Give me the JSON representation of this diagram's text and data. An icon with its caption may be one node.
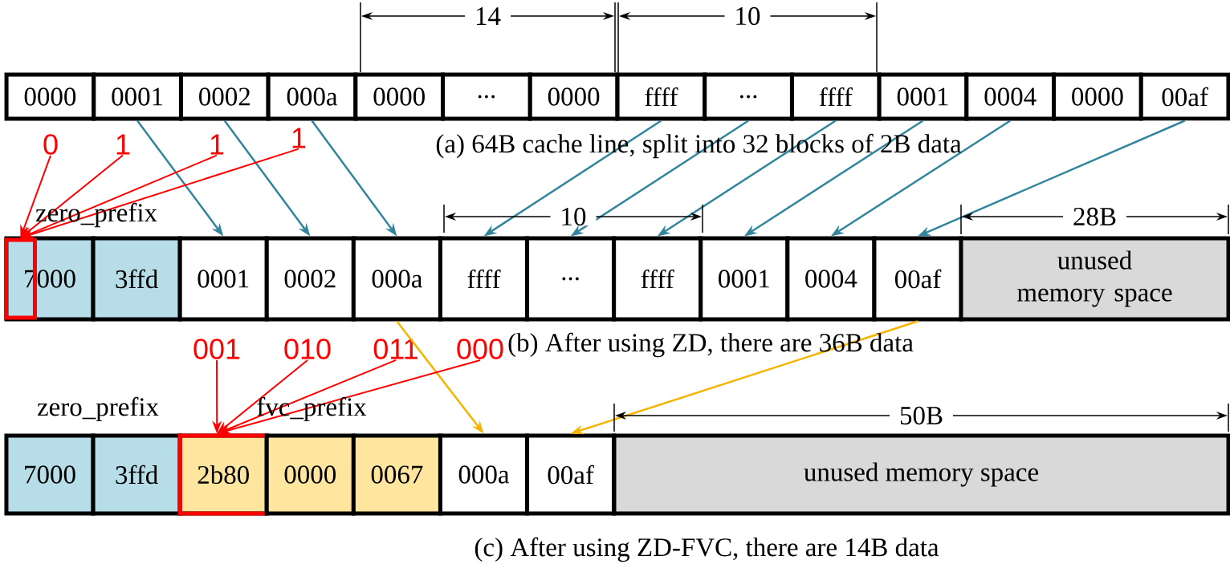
{
  "diagram": {
    "nodes": [
      {
        "text": [
          "0000"
        ]
      },
      {
        "text": [
          "0001"
        ]
      },
      {
        "text": [
          "0002"
        ]
      },
      {
        "text": [
          "000a"
        ]
      },
      {
        "text": [
          "0000"
        ]
      },
      {
        "text": [
          "..."
        ]
      },
      {
        "text": [
          "0000"
        ]
      },
      {
        "text": [
          "ffff"
        ]
      },
      {
        "text": [
          "..."
        ]
      },
      {
        "text": [
          "ffff"
        ]
      },
      {
        "text": [
          "0001"
        ]
      },
      {
        "text": [
          "0004"
        ]
      },
      {
        "text": [
          "0000"
        ]
      },
      {
        "text": [
          "00af"
        ]
      },
      {
        "text": [
          "7000"
        ]
      },
      {
        "text": [
          "3ffd"
        ]
      },
      {
        "text": [
          "0001"
        ]
      },
      {
        "text": [
          "0002"
        ]
      },
      {
        "text": [
          "000a"
        ]
      },
      {
        "text": [
          "ffff"
        ]
      },
      {
        "text": [
          "..."
        ]
      },
      {
        "text": [
          "ffff"
        ]
      },
      {
        "text": [
          "0001"
        ]
      },
      {
        "text": [
          "0004"
        ]
      },
      {
        "text": [
          "00af"
        ]
      },
      {
        "text": [
          "unused memory space"
        ]
      },
      {
        "text": [
          "7000"
        ]
      },
      {
        "text": [
          "3ffd"
        ]
      },
      {
        "text": [
          "2b80"
        ]
      },
      {
        "text": [
          "0000"
        ]
      },
      {
        "text": [
          "0067"
        ]
      },
      {
        "text": [
          "000a"
        ]
      },
      {
        "text": [
          "00af"
        ]
      },
      {
        "text": [
          "unused memory space"
        ]
      },
      {
        "text": [
          "0"
        ]
      },
      {
        "text": [
          "1"
        ]
      },
      {
        "text": [
          "1"
        ]
      },
      {
        "text": [
          "1"
        ]
      },
      {
        "text": [
          "001"
        ]
      },
      {
        "text": [
          "010"
        ]
      },
      {
        "text": [
          "011"
        ]
      },
      {
        "text": [
          "000"
        ]
      },
      {
        "text": [],
        "shape": "box",
        "in": 14
      }
    ],
    "edges": [
      {
        "from": 1,
        "to": 16,
        "arrow": "to"
      },
      {
        "from": 2,
        "to": 17,
        "arrow": "to"
      },
      {
        "from": 3,
        "to": 18,
        "arrow": "to"
      },
      {
        "from": 7,
        "to": 19,
        "arrow": "to"
      },
      {
        "from": 8,
        "to": 20,
        "arrow": "to"
      },
      {
        "from": 9,
        "to": 21,
        "arrow": "to"
      },
      {
        "from": 10,
        "to": 22,
        "arrow": "to"
      },
      {
        "from": 11,
        "to": 23,
        "arrow": "to"
      },
      {
        "from": 13,
        "to": 24,
        "arrow": "to"
      },
      {
        "from": 18,
        "to": 31,
        "arrow": "to",
        "color": "#f5b400"
      },
      {
        "from": 24,
        "to": 32,
        "arrow": "to",
        "color": "#f5b400"
      },
      {
        "from": 34,
        "to": 42,
        "arrow": "to",
        "color": "#ff0000"
      },
      {
        "from": 35,
        "to": 42,
        "arrow": "to",
        "color": "#ff0000"
      },
      {
        "from": 36,
        "to": 42,
        "arrow": "to",
        "color": "#ff0000"
      },
      {
        "from": 37,
        "to": 42,
        "arrow": "to",
        "color": "#ff0000"
      },
      {
        "from": 38,
        "to": 28,
        "arrow": "to",
        "color": "#ff0000"
      },
      {
        "from": 39,
        "to": 28,
        "arrow": "to",
        "color": "#ff0000"
      },
      {
        "from": 40,
        "to": 28,
        "arrow": "to",
        "color": "#ff0000"
      },
      {
        "from": 41,
        "to": 28,
        "arrow": "to",
        "color": "#ff0000"
      }
    ],
    "labels": [
      "14",
      "10",
      "(a) 64B cache line, split into 32 blocks of 2B data",
      "zero_prefix",
      "10",
      "28B",
      "(b) After using ZD, there are 36B data",
      "zero_prefix",
      "fvc_prefix",
      "50B",
      "(c) After using ZD-FVC, there are 14B data"
    ]
  }
}
